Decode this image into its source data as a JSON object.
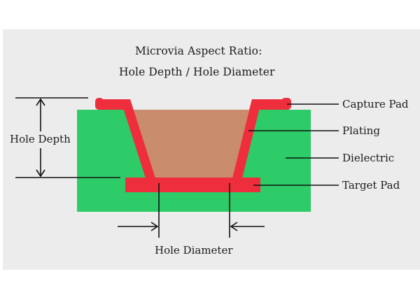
{
  "title": {
    "line1": "Microvia Aspect Ratio:",
    "line2": "Hole Depth / Hole Diameter"
  },
  "labels": {
    "hole_depth": "Hole Depth",
    "hole_diameter": "Hole Diameter",
    "capture_pad": "Capture Pad",
    "plating": "Plating",
    "dielectric": "Dielectric",
    "target_pad": "Target Pad"
  },
  "colors": {
    "panel": "#ececec",
    "dielectric": "#2ecc68",
    "copper": "#ee2e3c",
    "hole_fill": "#c98c6c",
    "line": "#111111"
  }
}
